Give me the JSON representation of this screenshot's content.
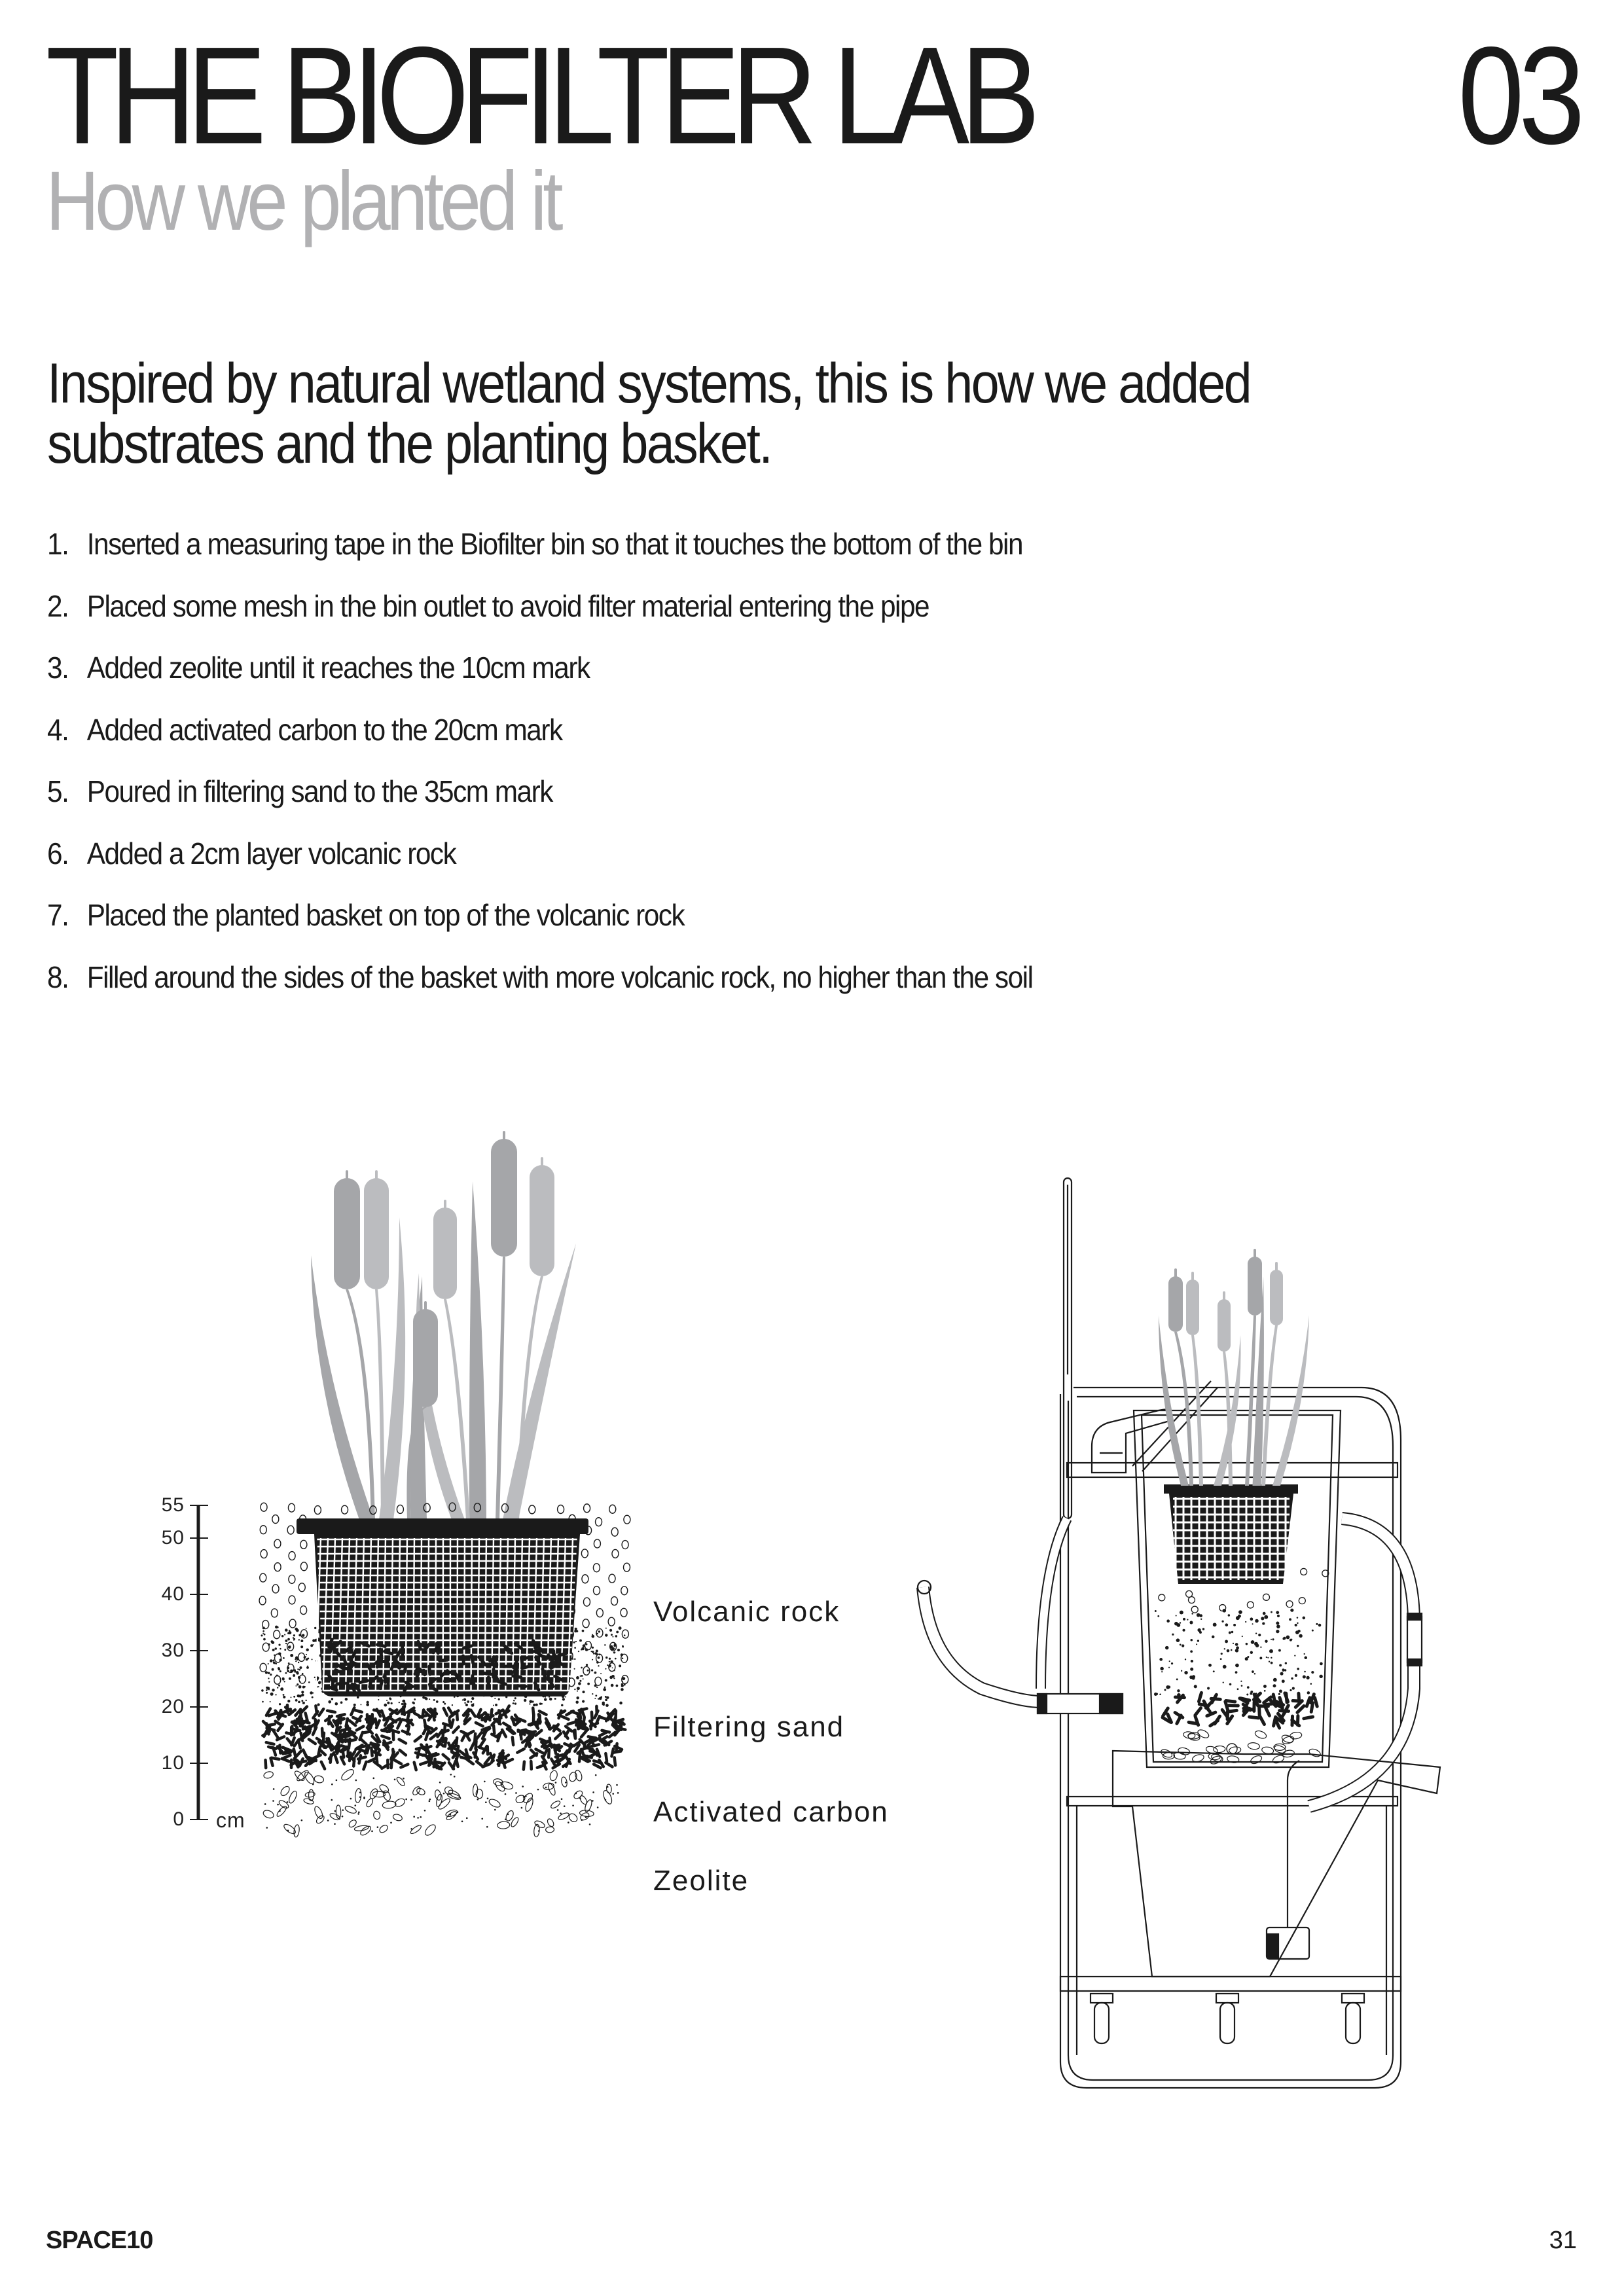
{
  "header": {
    "title": "THE BIOFILTER LAB",
    "chapter_number": "03",
    "subtitle": "How we planted it"
  },
  "intro": "Inspired by natural wetland systems, this is how we added substrates and the planting basket.",
  "steps": [
    {
      "num": "1.",
      "text": "Inserted a measuring tape in the Biofilter bin so that it touches the bottom of the bin"
    },
    {
      "num": "2.",
      "text": "Placed some mesh in the bin outlet to avoid filter material entering the pipe"
    },
    {
      "num": "3.",
      "text": "Added zeolite until it reaches the 10cm mark"
    },
    {
      "num": "4.",
      "text": "Added activated carbon to the 20cm mark"
    },
    {
      "num": "5.",
      "text": "Poured in filtering sand to the 35cm mark"
    },
    {
      "num": "6.",
      "text": "Added a 2cm layer volcanic rock"
    },
    {
      "num": "7.",
      "text": "Placed the planted basket on top of the volcanic rock"
    },
    {
      "num": "8.",
      "text": "Filled around the sides of the basket with more volcanic rock, no higher than the soil"
    }
  ],
  "diagram": {
    "scale_unit": "cm",
    "scale_ticks": [
      "0",
      "10",
      "20",
      "30",
      "40",
      "50",
      "55"
    ],
    "scale_values": [
      0,
      10,
      20,
      30,
      40,
      50,
      55
    ],
    "layers": [
      {
        "name": "Zeolite",
        "from_cm": 0,
        "to_cm": 9
      },
      {
        "name": "Activated carbon",
        "from_cm": 9,
        "to_cm": 20
      },
      {
        "name": "Filtering sand",
        "from_cm": 20,
        "to_cm": 35
      },
      {
        "name": "Volcanic rock",
        "from_cm": 35,
        "to_cm": 55
      }
    ],
    "labels": {
      "volcanic_rock": "Volcanic rock",
      "filtering_sand": "Filtering sand",
      "activated_carbon": "Activated carbon",
      "zeolite": "Zeolite"
    },
    "colors": {
      "ink": "#1a1a1a",
      "plant_dark": "#a5a6a9",
      "plant_light": "#bbbcbf"
    }
  },
  "footer": {
    "brand": "SPACE10",
    "page_number": "31"
  }
}
